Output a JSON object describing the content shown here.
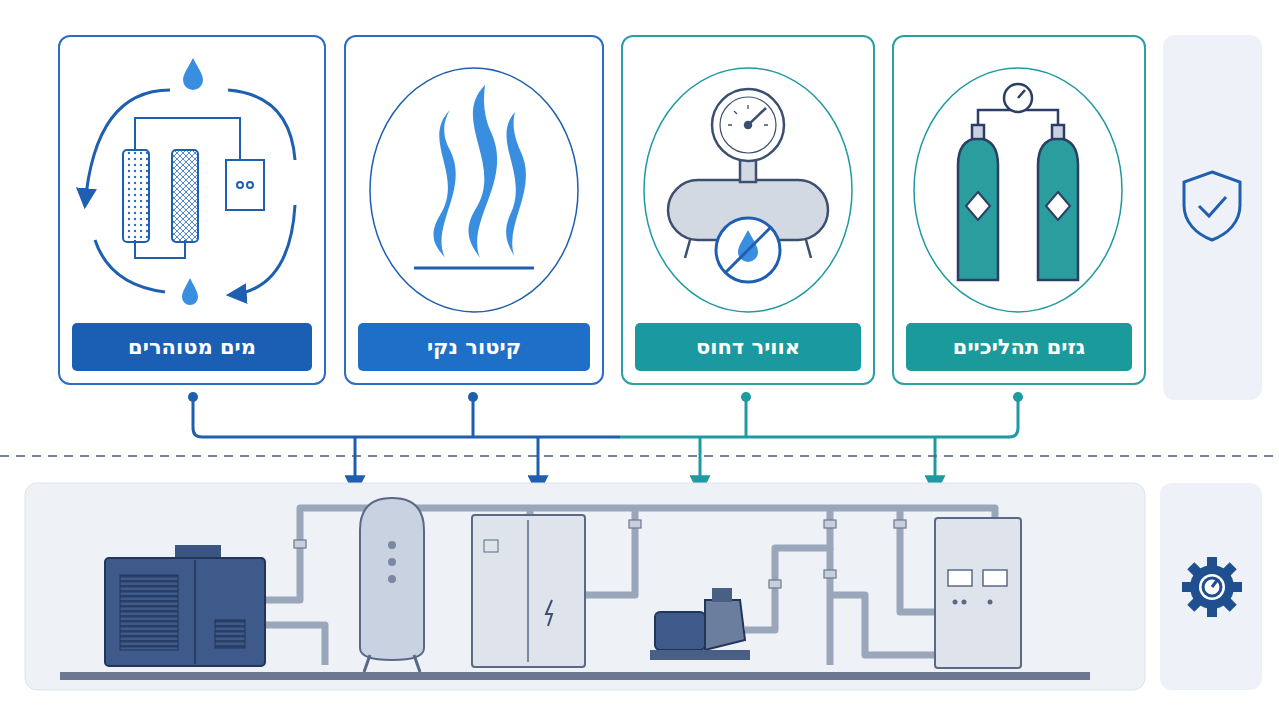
{
  "diagram": {
    "nodes": [
      {
        "text": [
          "מים מטוהרים"
        ]
      },
      {
        "text": [
          "קיטור נקי"
        ]
      },
      {
        "text": [
          "אוויר דחוס"
        ]
      },
      {
        "text": [
          "גזים תהליכיים"
        ]
      }
    ]
  }
}
